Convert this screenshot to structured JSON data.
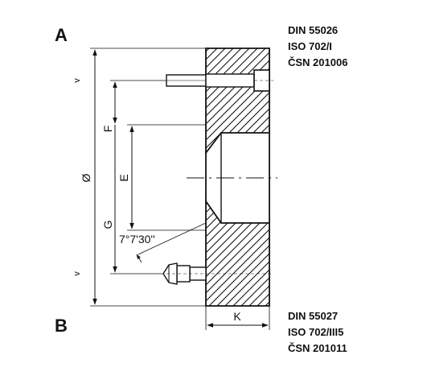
{
  "view_a": {
    "letter": "A",
    "standards": [
      "DIN 55026",
      "ISO 702/I",
      "ČSN 201006"
    ]
  },
  "view_b": {
    "letter": "B",
    "standards": [
      "DIN 55027",
      "ISO 702/III5",
      "ČSN 201011"
    ]
  },
  "dimensions": {
    "diameter": "Ø",
    "f": "F",
    "e": "E",
    "g": "G",
    "k": "K",
    "angle": "7°7'30''",
    "v_top": "v",
    "v_bottom": "v"
  }
}
